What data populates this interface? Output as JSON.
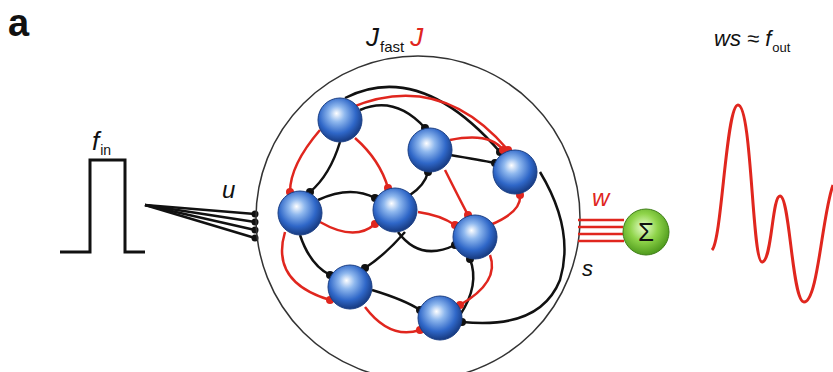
{
  "diagram": {
    "nodes": [
      {
        "text": [
          "Σ"
        ]
      }
    ],
    "labels": [
      "a",
      "f",
      "in",
      "u",
      "J",
      "fast",
      "J",
      "w",
      "s",
      "ws ≈ f",
      "out"
    ]
  }
}
